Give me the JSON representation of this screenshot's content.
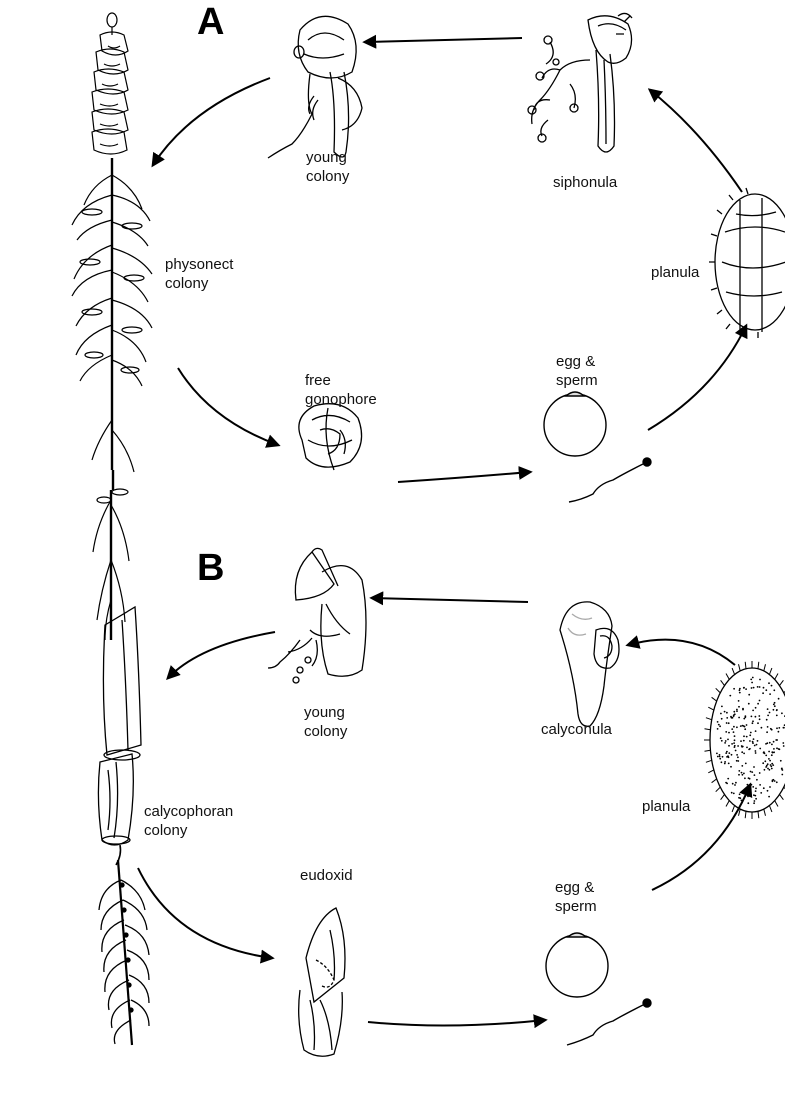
{
  "panels": [
    {
      "id": "A",
      "labels": {
        "young_colony": "young\ncolony",
        "siphonula": "siphonula",
        "colony": "physonect\ncolony",
        "planula": "planula",
        "egg_sperm": "egg &\nsperm",
        "gonophore": "free\ngonophore"
      }
    },
    {
      "id": "B",
      "labels": {
        "young_colony": "young\ncolony",
        "calyconula": "calyconula",
        "colony": "calycophoran\ncolony",
        "planula": "planula",
        "egg_sperm": "egg &\nsperm",
        "eudoxid": "eudoxid"
      }
    }
  ]
}
